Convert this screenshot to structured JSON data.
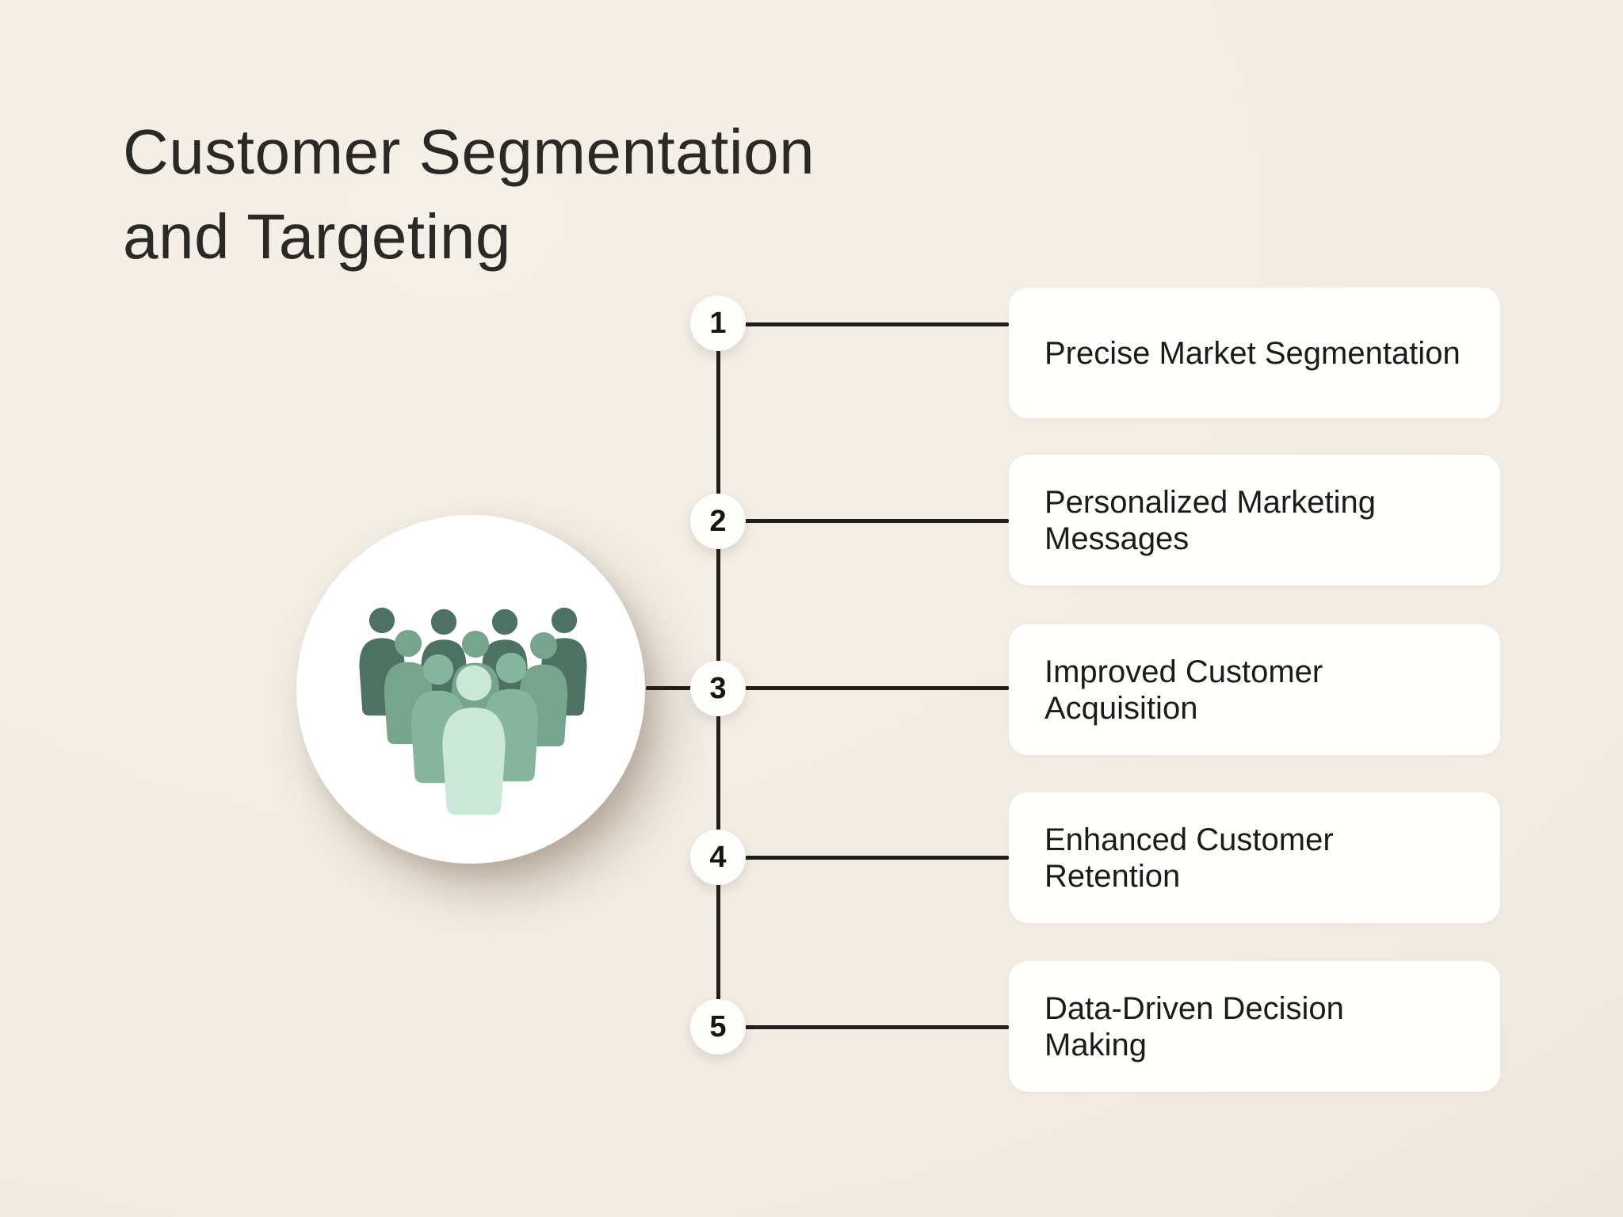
{
  "title": {
    "line1": "Customer Segmentation",
    "line2": "and Targeting"
  },
  "items": [
    {
      "number": "1",
      "label": "Precise Market Segmentation"
    },
    {
      "number": "2",
      "label": "Personalized Marketing Messages"
    },
    {
      "number": "3",
      "label": "Improved Customer Acquisition"
    },
    {
      "number": "4",
      "label": "Enhanced Customer Retention"
    },
    {
      "number": "5",
      "label": "Data-Driven Decision Making"
    }
  ],
  "illustration": {
    "description": "crowd of people icon inside white circle",
    "colors": {
      "back_row": "#4d7163",
      "mid_row": "#77a48d",
      "front_row": "#85b69d",
      "lead": "#cbe7d7"
    }
  },
  "colors": {
    "background": "#f2ece3",
    "card": "#fffffe",
    "line": "#211e1a",
    "text": "#1c1b19",
    "title_text": "#2b2926"
  }
}
